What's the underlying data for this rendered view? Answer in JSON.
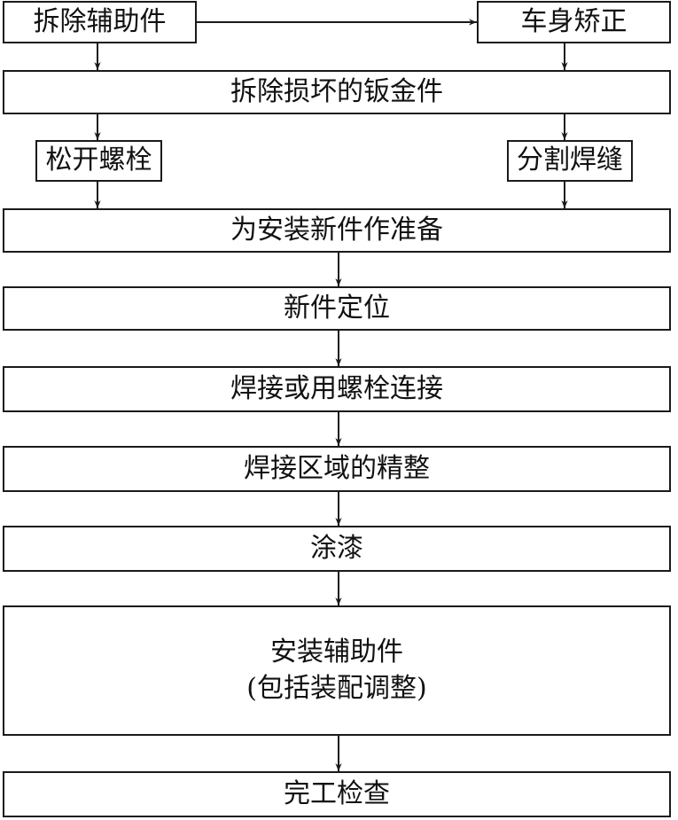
{
  "nodes": {
    "remove_accessories": "拆除辅助件",
    "body_straighten": "车身矫正",
    "remove_damaged_panels": "拆除损坏的钣金件",
    "loosen_bolts": "松开螺栓",
    "cut_welds": "分割焊缝",
    "prepare_new_part": "为安装新件作准备",
    "position_new_part": "新件定位",
    "weld_or_bolt": "焊接或用螺栓连接",
    "finish_weld_area": "焊接区域的精整",
    "paint": "涂漆",
    "install_accessories_line1": "安装辅助件",
    "install_accessories_line2": "(包括装配调整)",
    "final_inspection": "完工检查"
  }
}
